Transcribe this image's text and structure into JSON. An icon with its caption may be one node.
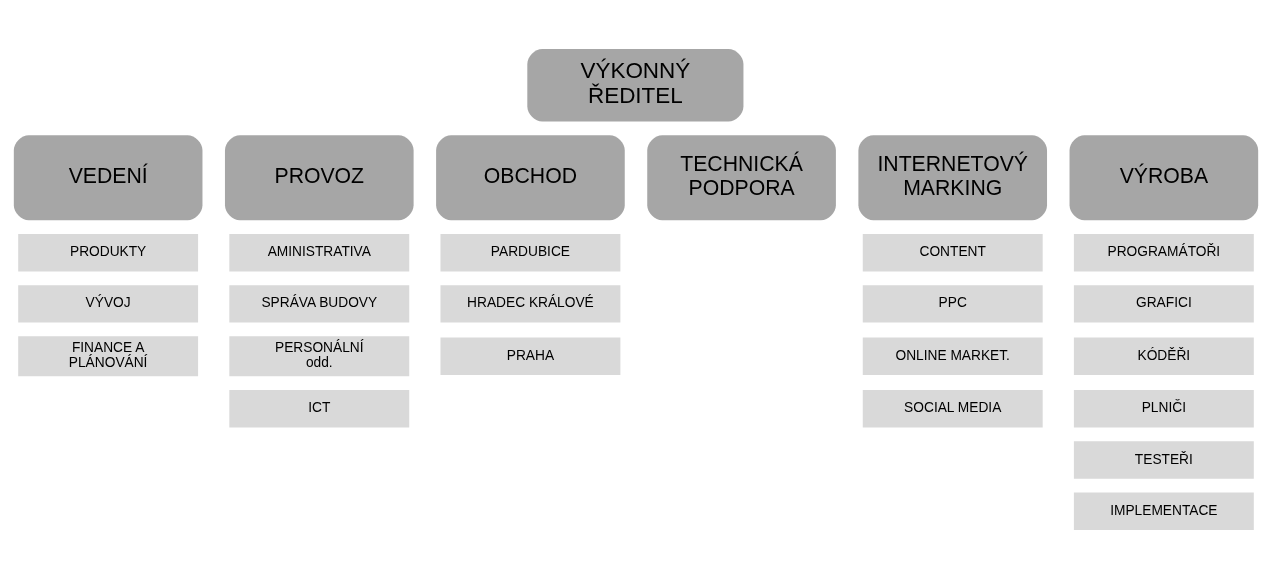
{
  "diagram": {
    "nodes": [
      {
        "text": [
          "VÝKONNÝ ŘEDITEL"
        ]
      },
      {
        "text": [
          "VEDENÍ"
        ]
      },
      {
        "text": [
          "PROVOZ"
        ]
      },
      {
        "text": [
          "OBCHOD"
        ]
      },
      {
        "text": [
          "TECHNICKÁ PODPORA"
        ]
      },
      {
        "text": [
          "INTERNETOVÝ MARKING"
        ]
      },
      {
        "text": [
          "VÝROBA"
        ]
      },
      {
        "text": [
          "PRODUKTY"
        ]
      },
      {
        "text": [
          "VÝVOJ"
        ]
      },
      {
        "text": [
          "FINANCE A PLÁNOVÁNÍ"
        ]
      },
      {
        "text": [
          "AMINISTRATIVA"
        ]
      },
      {
        "text": [
          "SPRÁVA BUDOVY"
        ]
      },
      {
        "text": [
          "PERSONÁLNÍ odd."
        ]
      },
      {
        "text": [
          "ICT"
        ]
      },
      {
        "text": [
          "PARDUBICE"
        ]
      },
      {
        "text": [
          "HRADEC KRÁLOVÉ"
        ]
      },
      {
        "text": [
          "PRAHA"
        ]
      },
      {
        "text": [
          "CONTENT"
        ]
      },
      {
        "text": [
          "PPC"
        ]
      },
      {
        "text": [
          "ONLINE MARKET."
        ]
      },
      {
        "text": [
          "SOCIAL MEDIA"
        ]
      },
      {
        "text": [
          "PROGRAMÁTOŘI"
        ]
      },
      {
        "text": [
          "GRAFICI"
        ]
      },
      {
        "text": [
          "KÓDĚŘI"
        ]
      },
      {
        "text": [
          "PLNIČI"
        ]
      },
      {
        "text": [
          "TESTEŘI"
        ]
      },
      {
        "text": [
          "IMPLEMENTACE"
        ]
      }
    ],
    "edges": []
  }
}
